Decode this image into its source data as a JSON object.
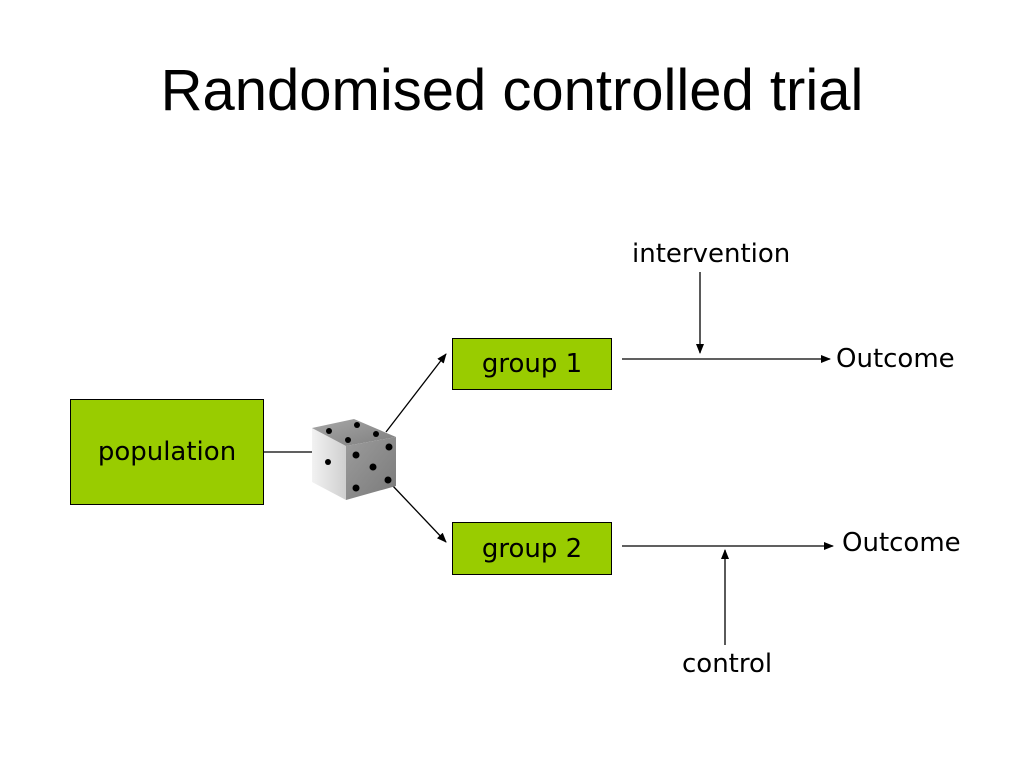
{
  "title": "Randomised controlled trial",
  "nodes": {
    "population": "population",
    "group1": "group 1",
    "group2": "group 2"
  },
  "labels": {
    "intervention": "intervention",
    "outcome1": "Outcome",
    "outcome2": "Outcome",
    "control": "control"
  },
  "colors": {
    "box_fill": "#99cc00",
    "die_light": "#e0e0e0",
    "die_dark": "#8c8c8c"
  },
  "icons": [
    "dice-icon"
  ]
}
